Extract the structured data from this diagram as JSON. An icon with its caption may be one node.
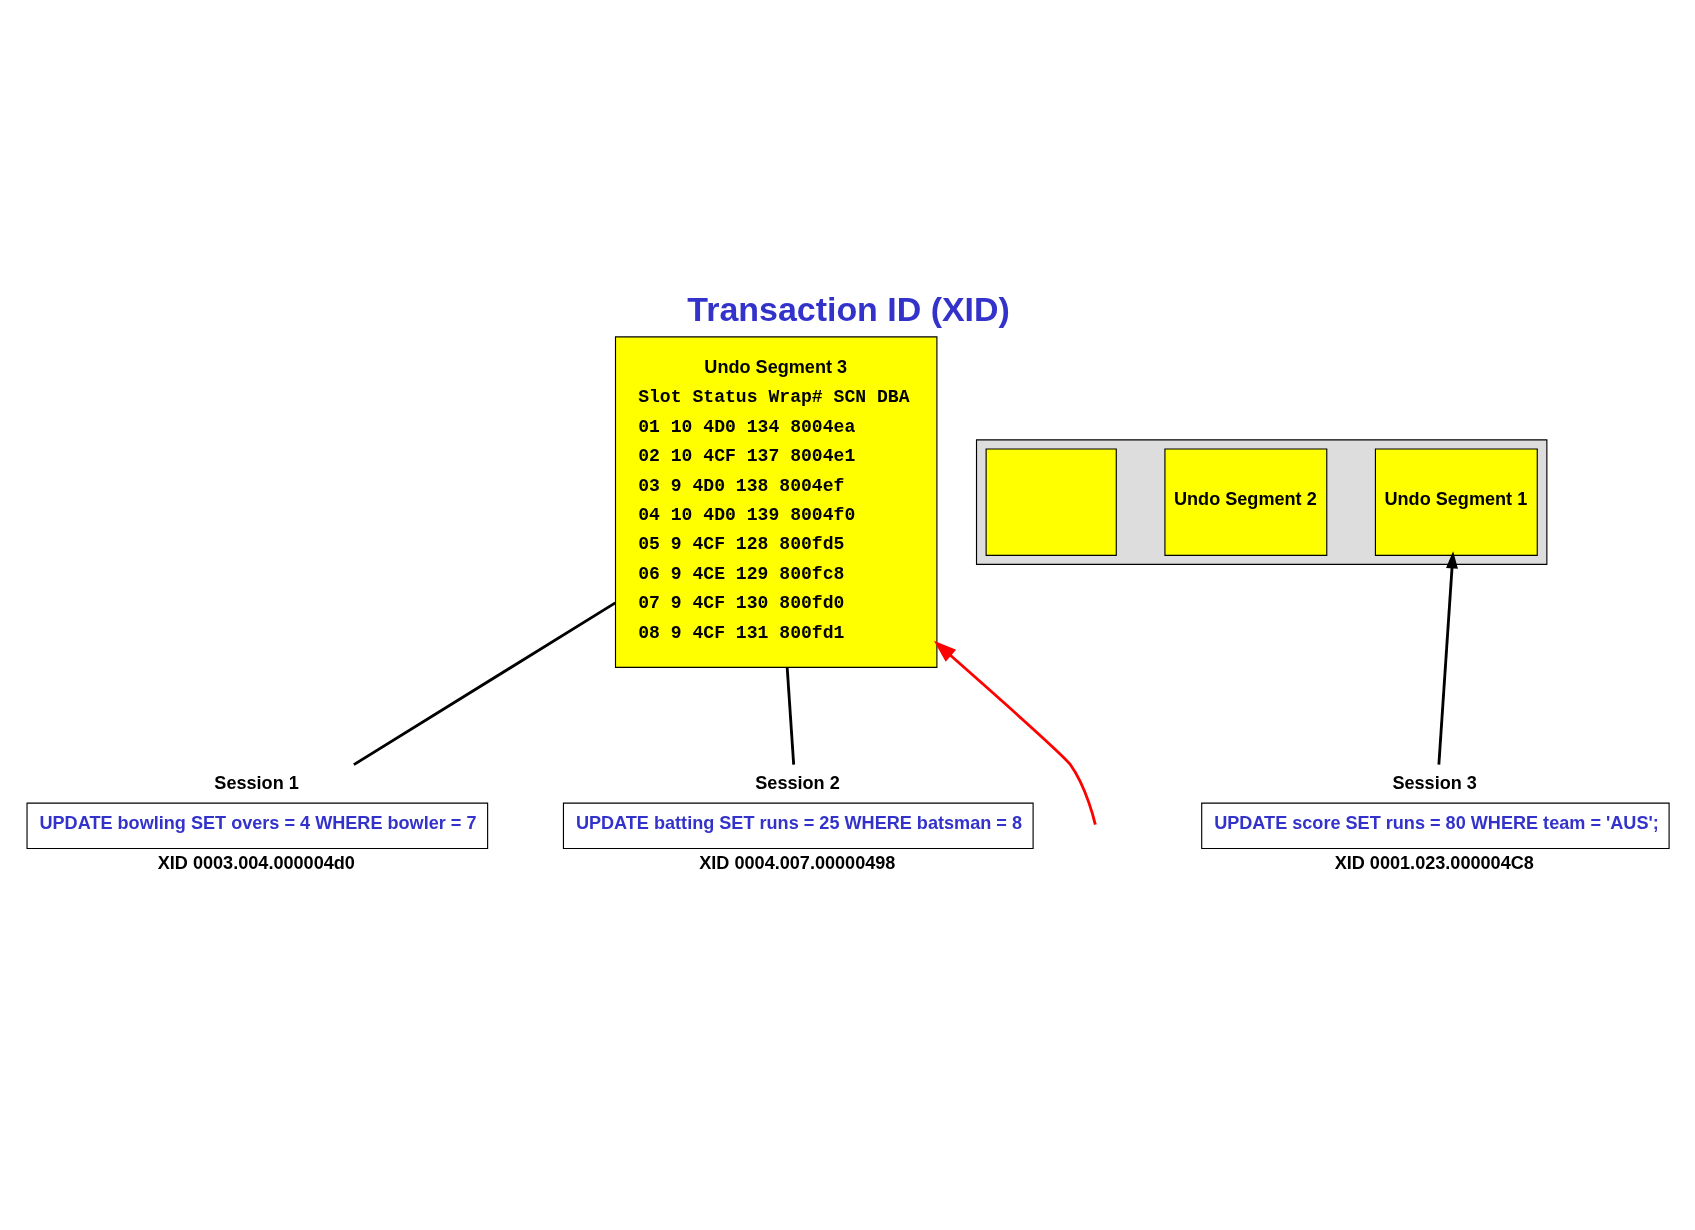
{
  "diagram": {
    "title": "Transaction ID (XID)",
    "nodes": [
      {
        "text": [],
        "shape": "box"
      },
      {
        "text": [
          "Undo Segment 1"
        ],
        "in": 0
      },
      {
        "text": [
          "Undo Segment 2"
        ],
        "in": 0
      },
      {
        "text": [],
        "shape": "box",
        "in": 0
      },
      {
        "text": [
          "Undo Segment 3",
          "Slot Status Wrap# SCN DBA",
          "01 10 4D0 134 8004ea",
          "02 10 4CF 137 8004e1",
          "03 9 4D0 138 8004ef",
          "04 10 4D0 139 8004f0",
          "05 9 4CF 128 800fd5",
          "06 9 4CE 129 800fc8",
          "07 9 4CF 130 800fd0",
          "08 9 4CF 131 800fd1"
        ]
      },
      {
        "text": [
          "Session 1",
          "UPDATE bowling SET overs = 4 WHERE bowler = 7"
        ],
        "beside": [
          "XID 0003.004.000004d0"
        ]
      },
      {
        "text": [
          "Session 2",
          "UPDATE batting SET runs = 25 WHERE batsman = 8"
        ],
        "beside": [
          "XID 0004.007.00000498"
        ]
      },
      {
        "text": [
          "Session 3",
          "UPDATE score SET runs = 80 WHERE team = 'AUS';"
        ],
        "beside": [
          "XID 0001.023.000004C8"
        ]
      }
    ],
    "edges": [
      {
        "from": 5,
        "to": 4,
        "arrow": "none"
      },
      {
        "from": 6,
        "to": 4,
        "arrow": "none"
      },
      {
        "from": 7,
        "to": 1,
        "arrow": "to"
      },
      {
        "from": null,
        "to": 4,
        "arrow": "to",
        "color": "#ff0000"
      }
    ]
  }
}
